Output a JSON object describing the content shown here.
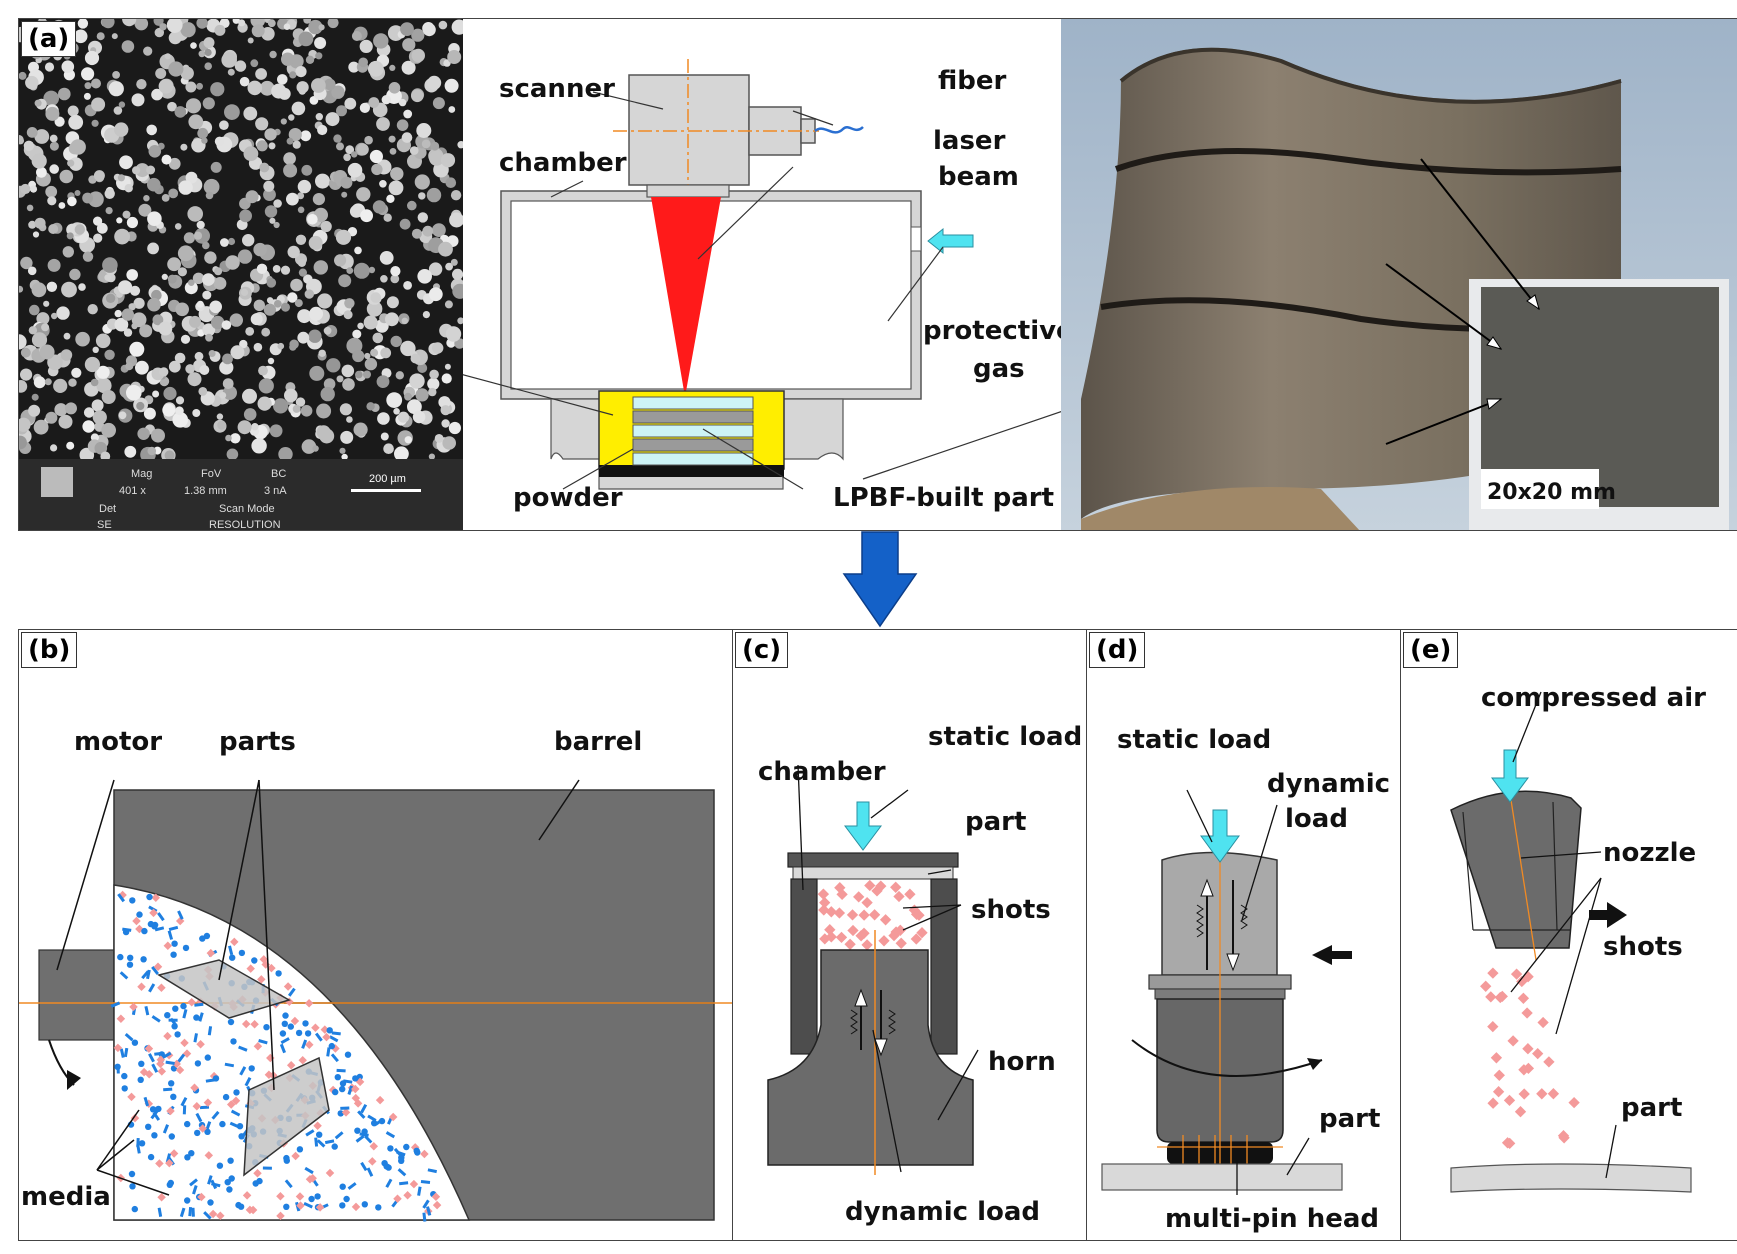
{
  "panel_a": {
    "tag": "(a)",
    "sem_bar": {
      "mag_label": "Mag",
      "mag_value": "401 x",
      "fov_label": "FoV",
      "fov_value": "1.38 mm",
      "bc_label": "BC",
      "bc_value": "3 nA",
      "scalebar": "200 µm",
      "det_label": "Det",
      "det_value": "SE",
      "scanmode_label": "Scan Mode",
      "scanmode_value": "RESOLUTION"
    },
    "labels": {
      "scanner": "scanner",
      "fiber": "fiber",
      "chamber": "chamber",
      "laser1": "laser",
      "laser2": "beam",
      "gas1": "protective",
      "gas2": "gas",
      "powder": "powder",
      "part": "LPBF-built part",
      "size": "20x20 mm"
    }
  },
  "panel_b": {
    "tag": "(b)",
    "labels": {
      "motor": "motor",
      "parts": "parts",
      "barrel": "barrel",
      "media": "media"
    }
  },
  "panel_c": {
    "tag": "(c)",
    "labels": {
      "static_load": "static load",
      "chamber": "chamber",
      "part": "part",
      "shots": "shots",
      "horn": "horn",
      "dynamic_load": "dynamic load"
    }
  },
  "panel_d": {
    "tag": "(d)",
    "labels": {
      "static_load": "static load",
      "dyn1": "dynamic",
      "dyn2": "load",
      "part": "part",
      "head": "multi-pin head"
    }
  },
  "panel_e": {
    "tag": "(e)",
    "labels": {
      "air": "compressed air",
      "nozzle": "nozzle",
      "shots": "shots",
      "part": "part"
    }
  },
  "colors": {
    "steel_dark": "#5b5b5b",
    "steel_mid": "#7d7d7d",
    "steel_light": "#b9b9b9",
    "laser": "#ff1a1a",
    "powder": "#ffee00",
    "arrow_cyan": "#4fe3f0",
    "media_blue": "#1f7fe0",
    "shot_pink": "#f49a9a",
    "axis_orange": "#f08a24",
    "flow_arrow": "#1461c8"
  }
}
